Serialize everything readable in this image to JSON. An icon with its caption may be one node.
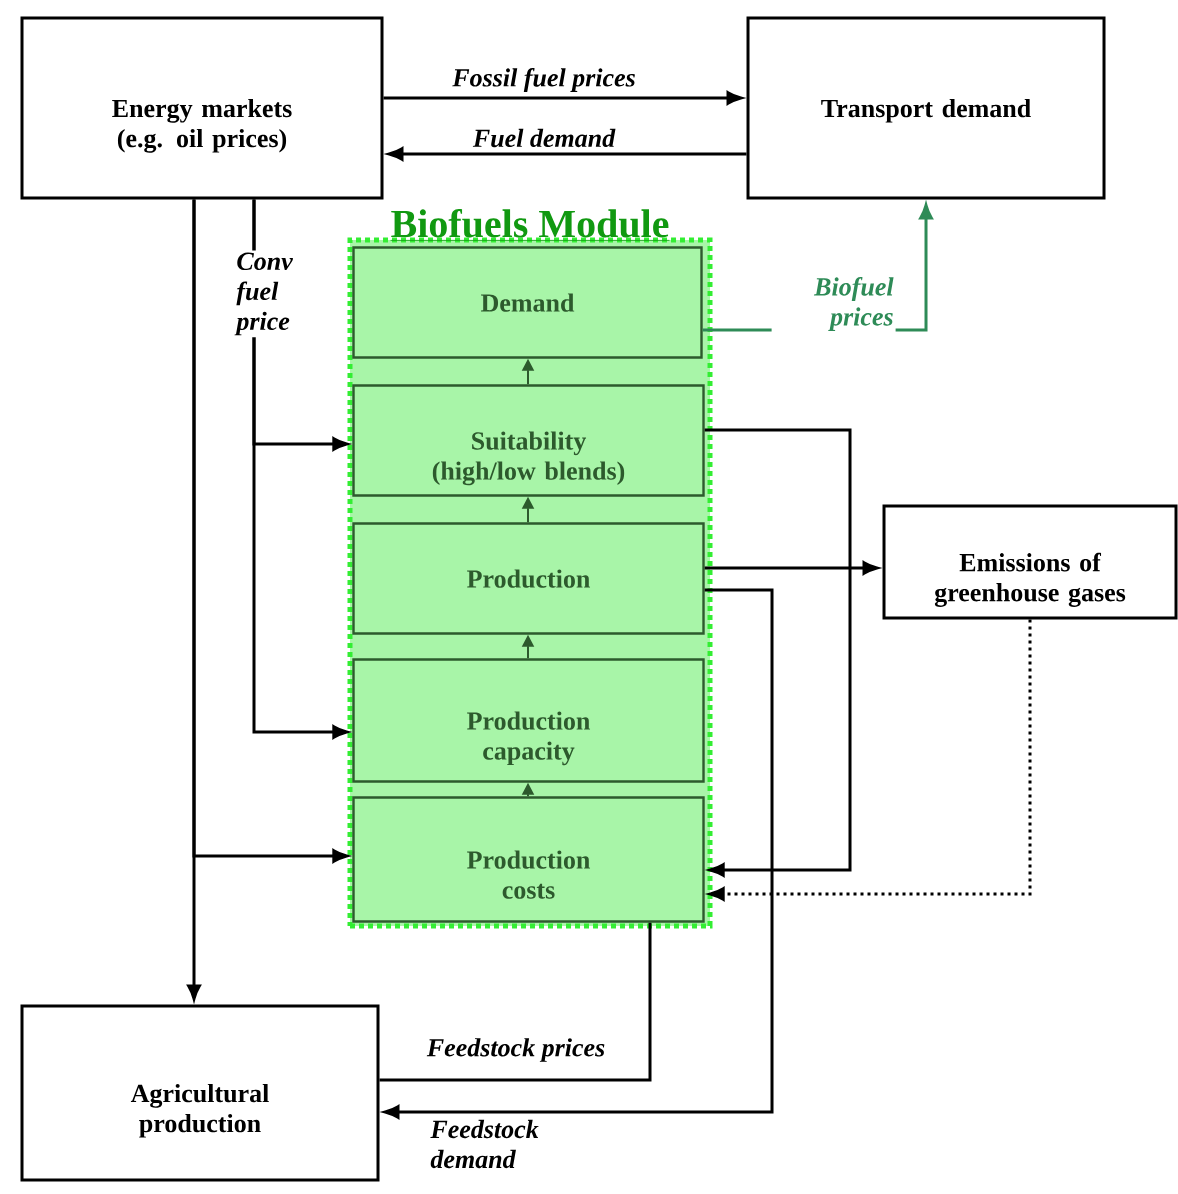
{
  "diagram": {
    "nodes": [
      {
        "text": [
          "Energy markets (e.g. oil prices)"
        ]
      },
      {
        "text": [
          "Transport demand"
        ]
      },
      {
        "text": [
          "Biofuels Module"
        ]
      },
      {
        "text": [
          "Demand"
        ],
        "in": 2
      },
      {
        "text": [
          "Suitability (high/low blends)"
        ],
        "in": 2
      },
      {
        "text": [
          "Production"
        ],
        "in": 2
      },
      {
        "text": [
          "Production capacity"
        ],
        "in": 2
      },
      {
        "text": [
          "Production costs"
        ],
        "in": 2
      },
      {
        "text": [
          "Emissions of greenhouse gases"
        ]
      },
      {
        "text": [
          "Agricultural production"
        ]
      }
    ],
    "edges": [
      {
        "from": 0,
        "to": 1,
        "arrow": "to",
        "label": "Fossil fuel prices"
      },
      {
        "from": 1,
        "to": 0,
        "arrow": "to",
        "label": "Fuel demand"
      },
      {
        "from": 3,
        "to": 1,
        "arrow": "to",
        "label": "Biofuel prices",
        "color": "#2e8b57"
      },
      {
        "from": 0,
        "to": 4,
        "arrow": "to",
        "label": "Conv fuel price"
      },
      {
        "from": 0,
        "to": 6,
        "arrow": "to"
      },
      {
        "from": 0,
        "to": 9,
        "arrow": "to"
      },
      {
        "from": 0,
        "to": 7,
        "arrow": "to"
      },
      {
        "from": 4,
        "to": 7,
        "arrow": "to"
      },
      {
        "from": 5,
        "to": 8,
        "arrow": "to"
      },
      {
        "from": 8,
        "to": 7,
        "arrow": "to",
        "style": "dashed"
      },
      {
        "from": 7,
        "to": 9,
        "arrow": "none",
        "label": "Feedstock prices"
      },
      {
        "from": 5,
        "to": 9,
        "arrow": "to",
        "label": "Feedstock demand"
      },
      {
        "from": 7,
        "to": 6,
        "arrow": "to"
      },
      {
        "from": 6,
        "to": 5,
        "arrow": "to"
      },
      {
        "from": 5,
        "to": 4,
        "arrow": "to"
      },
      {
        "from": 4,
        "to": 3,
        "arrow": "to"
      }
    ]
  }
}
